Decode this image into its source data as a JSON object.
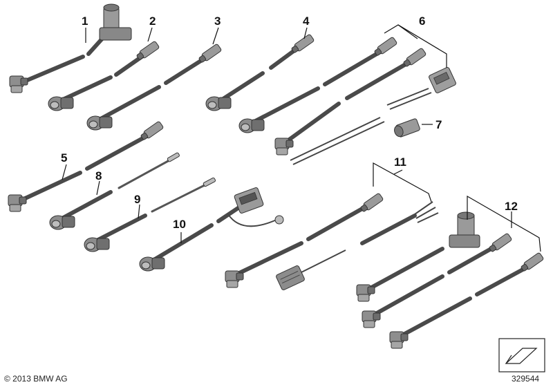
{
  "labels": [
    {
      "text": "1"
    },
    {
      "text": "2"
    },
    {
      "text": "3"
    },
    {
      "text": "4"
    },
    {
      "text": "5"
    },
    {
      "text": "6"
    },
    {
      "text": "7"
    },
    {
      "text": "8"
    },
    {
      "text": "9"
    },
    {
      "text": "10"
    },
    {
      "text": "11"
    },
    {
      "text": "12"
    }
  ],
  "footer": {
    "copyright": "© 2013 BMW AG",
    "diagram_number": "329544"
  },
  "colors": {
    "cable": "#4a4a4a",
    "connector_body": "#8a8a8a",
    "connector_dark": "#555555",
    "leader": "#111111"
  },
  "icons": {
    "corner": "folded-arrow-icon"
  }
}
